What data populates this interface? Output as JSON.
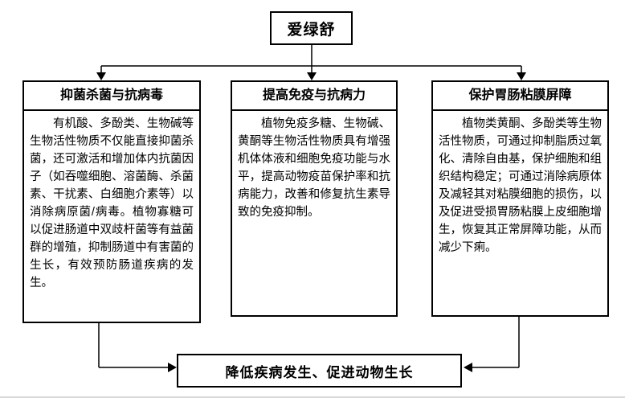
{
  "diagram": {
    "root": {
      "label": "爱绿舒"
    },
    "branches": [
      {
        "title": "抑菌杀菌与抗病毒",
        "body": "有机酸、多酚类、生物碱等生物活性物质不仅能直接抑菌杀菌，还可激活和增加体内抗菌因子（如吞噬细胞、溶菌酶、杀菌素、干扰素、白细胞介素等）以消除病原菌/病毒。植物寡糖可以促进肠道中双歧杆菌等有益菌群的增殖，抑制肠道中有害菌的生长，有效预防肠道疾病的发生。"
      },
      {
        "title": "提高免疫与抗病力",
        "body": "植物免疫多糖、生物碱、黄酮等生物活性物质具有增强机体体液和细胞免疫功能与水平，提高动物疫苗保护率和抗病能力，改善和修复抗生素导致的免疫抑制。"
      },
      {
        "title": "保护胃肠粘膜屏障",
        "body": "植物类黄酮、多酚类等生物活性物质，可通过抑制脂质过氧化、清除自由基，保护细胞和组织结构稳定；可通过消除病原体及减轻其对粘膜细胞的损伤，以及促进受损胃肠粘膜上皮细胞增生，恢复其正常屏障功能，从而减少下痢。"
      }
    ],
    "outcome": {
      "label": "降低疾病发生、促进动物生长"
    },
    "colors": {
      "line": "#000000",
      "background": "#ffffff",
      "page_rule": "#d9d9d9"
    }
  }
}
